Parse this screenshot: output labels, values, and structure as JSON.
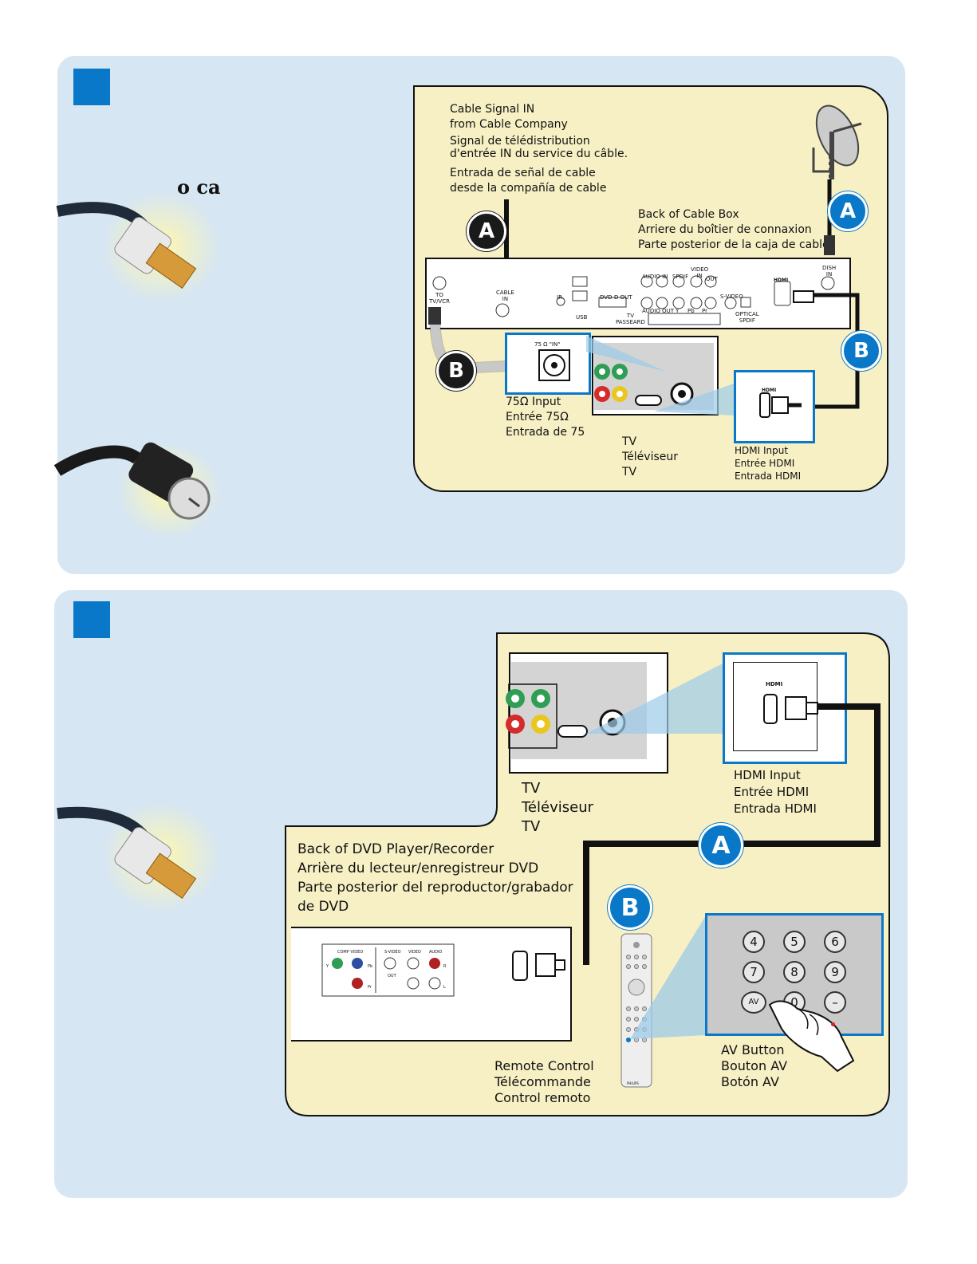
{
  "panel1": {
    "fragment_text": "o ca",
    "cable_signal_label": "Cable Signal IN\nfrom Cable Company",
    "cable_signal_label_fr": "Signal de télédistribution\nd'entrée IN du service du câble.",
    "cable_signal_label_es": "Entrada de señal de cable\ndesde la compañía de cable",
    "back_of_box_label": "Back of Cable Box\nArriere du boîtier de connaxion\nParte posterior de la caja de cable",
    "input75_label": "75Ω Input\nEntrée 75Ω\nEntrada de 75",
    "tv_label": "TV\nTéléviseur\nTV",
    "hdmi_input_label": "HDMI Input\nEntrée HDMI\nEntrada HDMI",
    "badge_a": "A",
    "badge_b": "B",
    "port_labels": {
      "to_tv_vcr": "TO\nTV/VCR",
      "cable_in": "CABLE\nIN",
      "ir": "IR",
      "usb": "USB",
      "dvd_d_out": "DVD-D OUT",
      "tv_passeard": "TV\nPASSEARD",
      "audio_in": "AUDIO IN",
      "spdif": "SPDIF",
      "video_in": "VIDEO\nIN",
      "video_out": "OUT",
      "audio_out": "AUDIO OUT",
      "y": "Y",
      "pb": "Pb",
      "pr": "Pr",
      "s_video": "S-VIDEO",
      "optical_spdif": "OPTICAL\nSPDIF",
      "hdmi": "HDMI",
      "dish_in": "DISH\nIN",
      "ohm_label": "75 Ω \"IN\""
    }
  },
  "panel2": {
    "tv_label": "TV\nTéléviseur\nTV",
    "hdmi_input_label": "HDMI Input\nEntrée HDMI\nEntrada HDMI",
    "dvd_back_label": "Back of DVD Player/Recorder\nArrière du lecteur/enregistreur DVD\nParte posterior del reproductor/grabador\nde DVD",
    "remote_label": "Remote Control\nTélécommande\nControl remoto",
    "av_button_label": "AV Button\nBouton AV\nBotón AV",
    "badge_a": "A",
    "badge_b": "B",
    "hdmi_small": "HDMI",
    "keypad": [
      "4",
      "5",
      "6",
      "7",
      "8",
      "9",
      "AV",
      "0",
      "–"
    ],
    "dvd_port_labels": {
      "comp_video": "COMP VIDEO",
      "s_video": "S-VIDEO",
      "video": "VIDEO",
      "audio": "AUDIO",
      "out": "OUT",
      "y": "Y",
      "pb": "Pb",
      "pr": "Pr",
      "r": "R",
      "l": "L"
    },
    "remote_brand": "PHILIPS"
  },
  "colors": {
    "panel_bg": "#d6e6f3",
    "step_blue": "#0a78c8",
    "diagram_bg": "#f7f0c4"
  }
}
